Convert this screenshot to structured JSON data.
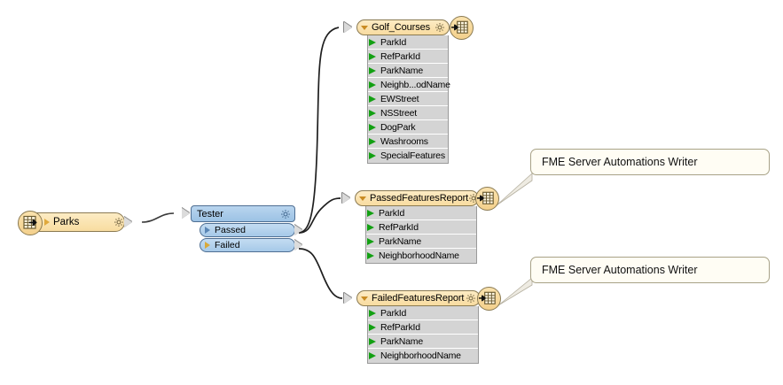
{
  "app": {
    "canvas_name": "FME Workbench Canvas",
    "background": "#ffffff"
  },
  "colors": {
    "feature_type_fill": "#f8dca0",
    "feature_type_border": "#8a7a52",
    "attribute_row_fill": "#d4d4d4",
    "transformer_fill": "#9cc2e4",
    "transformer_border": "#4f6f93",
    "attribute_port_green": "#13a013",
    "connection_line": "#3a3a3a",
    "annotation_fill": "#fffdf4",
    "annotation_border": "#a8a287"
  },
  "reader": {
    "name": "Parks",
    "icon": "reader-table-icon",
    "gear_icon": "gear-icon",
    "port_icon": "triangle-right-icon"
  },
  "transformer": {
    "name": "Tester",
    "gear_icon": "gear-icon",
    "ports": [
      {
        "label": "Passed",
        "icon": "triangle-right-icon"
      },
      {
        "label": "Failed",
        "icon": "triangle-right-icon"
      }
    ]
  },
  "feature_types": [
    {
      "name": "Golf_Courses",
      "collapse_icon": "triangle-down-icon",
      "gear_icon": "gear-icon",
      "writer_icon": "writer-table-icon",
      "attributes": [
        "ParkId",
        "RefParkId",
        "ParkName",
        "Neighb...odName",
        "EWStreet",
        "NSStreet",
        "DogPark",
        "Washrooms",
        "SpecialFeatures"
      ]
    },
    {
      "name": "PassedFeaturesReport",
      "collapse_icon": "triangle-down-icon",
      "gear_icon": "gear-icon",
      "writer_icon": "writer-table-icon",
      "attributes": [
        "ParkId",
        "RefParkId",
        "ParkName",
        "NeighborhoodName"
      ]
    },
    {
      "name": "FailedFeaturesReport",
      "collapse_icon": "triangle-down-icon",
      "gear_icon": "gear-icon",
      "writer_icon": "writer-table-icon",
      "attributes": [
        "ParkId",
        "RefParkId",
        "ParkName",
        "NeighborhoodName"
      ]
    }
  ],
  "annotations": [
    {
      "text": "FME Server Automations Writer"
    },
    {
      "text": "FME Server Automations Writer"
    }
  ]
}
